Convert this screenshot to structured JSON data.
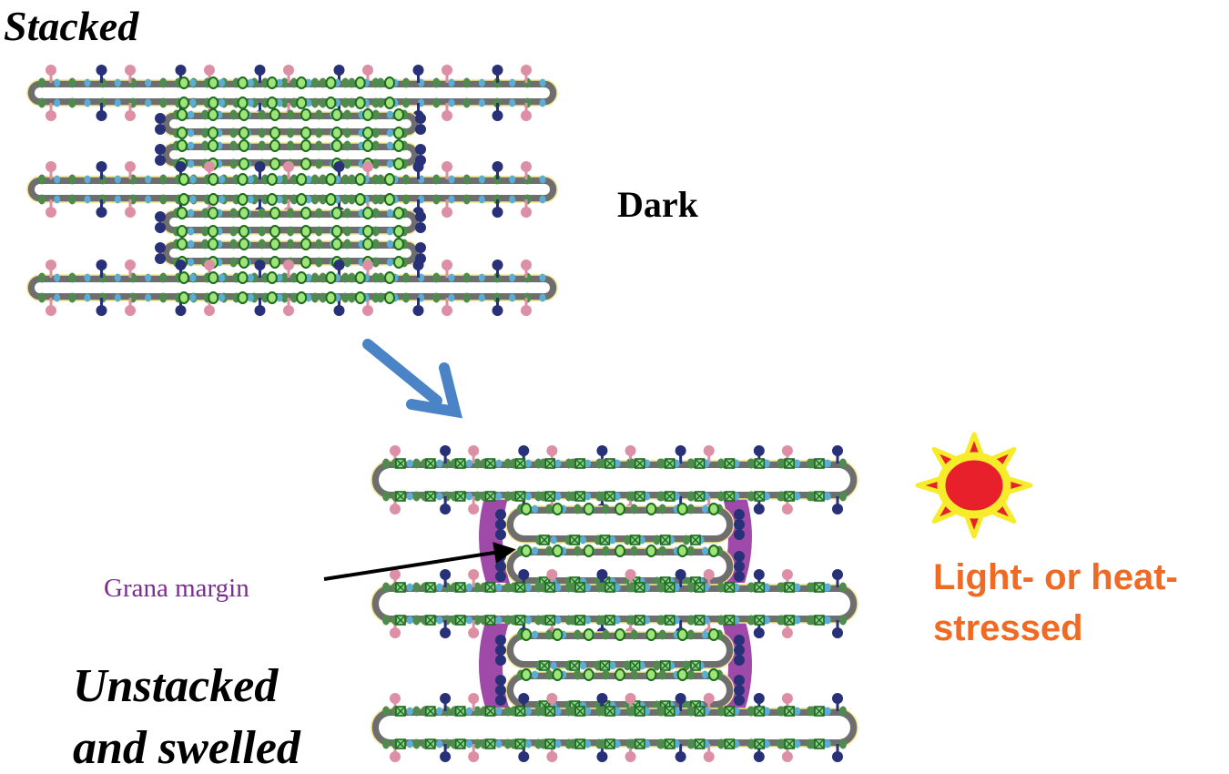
{
  "labels": {
    "stacked": "Stacked",
    "dark": "Dark",
    "unstacked_line1": "Unstacked",
    "unstacked_line2": "and swelled",
    "grana_margin": "Grana margin",
    "stress_line1": "Light- or heat-",
    "stress_line2": "stressed"
  },
  "colors": {
    "membrane": "#6e6e6e",
    "membrane_outline": "#f2e58c",
    "lumen": "#ffffff",
    "green_complex_fill": "#9ee47a",
    "green_complex_border": "#1b6b1b",
    "dark_green_dot": "#4f8a4f",
    "light_blue_dot": "#5aaed6",
    "pink_complex": "#dd8fa6",
    "navy_complex": "#283077",
    "crossed_complex": "#8fcf8f",
    "grana_margin": "#8e2a99",
    "arrow_blue": "#4a84c6",
    "sun_core": "#e8202b",
    "sun_ring": "#f7ec2b",
    "sun_rays": "#f7ec2b",
    "stress_text": "#ef6a23",
    "margin_text": "#7b2d90"
  },
  "icons": {
    "transition_arrow": "arrow-down-right-icon",
    "sun": "sun-icon",
    "pointer_arrow": "arrow-right-icon"
  }
}
